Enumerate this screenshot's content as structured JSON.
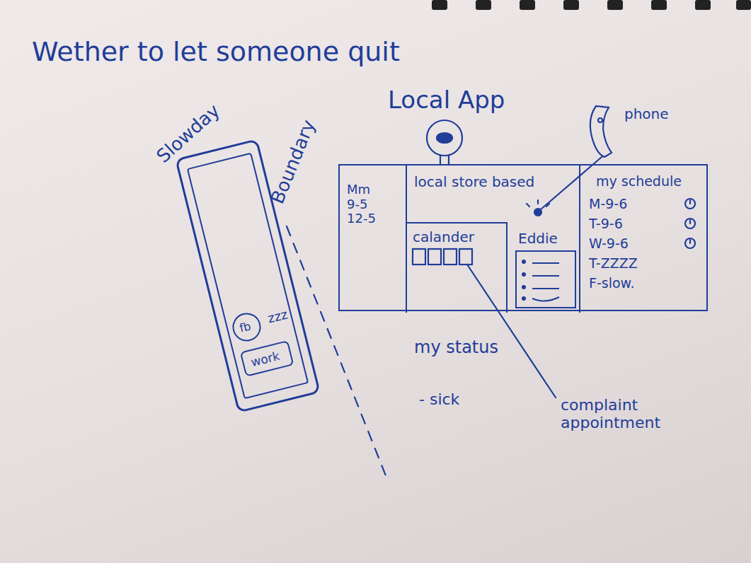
{
  "diagram": {
    "title": "Wether to let someone quit",
    "nodes": [
      {
        "text": [
          "Local App"
        ]
      },
      {
        "text": [
          "Mm 9-5 12-5"
        ],
        "in": 0
      },
      {
        "text": [
          "local store based"
        ],
        "in": 0
      },
      {
        "text": [
          "calander"
        ],
        "in": 2
      },
      {
        "text": [
          "Eddie"
        ],
        "in": 2
      },
      {
        "text": [
          "my schedule",
          "M-9-6",
          "T-9-6",
          "W-9-6",
          "T-ZZZZ",
          "F-slow."
        ],
        "in": 0
      },
      {
        "text": [
          "Slowday",
          "zzz"
        ]
      },
      {
        "text": [
          "fb"
        ],
        "in": 6
      },
      {
        "text": [
          "work"
        ],
        "in": 6
      }
    ],
    "labels": [
      "phone",
      "Boundary",
      "my status",
      "- sick",
      "complaint appointment"
    ]
  }
}
